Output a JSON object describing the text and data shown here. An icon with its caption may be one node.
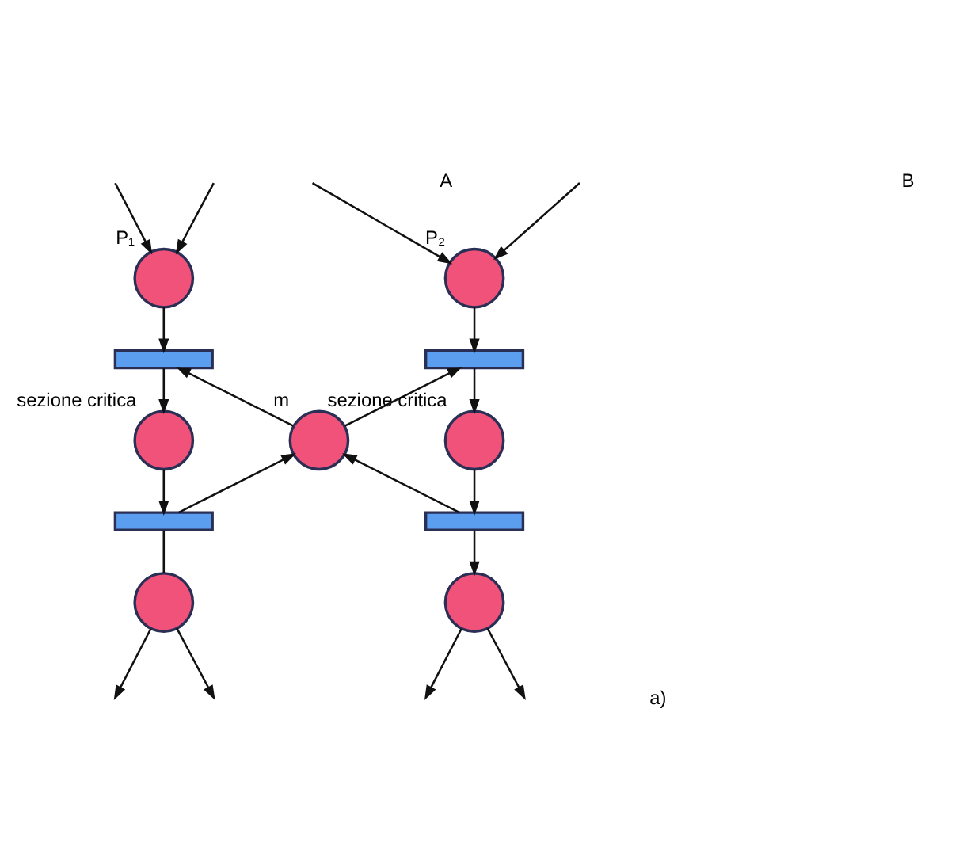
{
  "diagram": {
    "nodes": [
      {
        "text": [],
        "shape": "circle",
        "beside": [
          "P₁"
        ]
      },
      {
        "text": [],
        "shape": "bar"
      },
      {
        "text": [],
        "shape": "circle",
        "beside": [
          "sezione critica"
        ]
      },
      {
        "text": [],
        "shape": "bar"
      },
      {
        "text": [],
        "shape": "circle"
      },
      {
        "text": [],
        "shape": "circle",
        "beside": [
          "m"
        ]
      },
      {
        "text": [],
        "shape": "circle",
        "beside": [
          "P₂"
        ]
      },
      {
        "text": [],
        "shape": "bar"
      },
      {
        "text": [],
        "shape": "circle",
        "beside": [
          "sezione critica"
        ]
      },
      {
        "text": [],
        "shape": "bar"
      },
      {
        "text": [],
        "shape": "circle"
      }
    ],
    "edges": [
      {
        "from": null,
        "to": 0,
        "arrow": "to"
      },
      {
        "from": null,
        "to": 0,
        "arrow": "to"
      },
      {
        "from": 0,
        "to": 1,
        "arrow": "to"
      },
      {
        "from": 1,
        "to": 2,
        "arrow": "to"
      },
      {
        "from": 2,
        "to": 3,
        "arrow": "to"
      },
      {
        "from": 3,
        "to": 4,
        "arrow": "none"
      },
      {
        "from": 4,
        "to": null,
        "arrow": "to"
      },
      {
        "from": 4,
        "to": null,
        "arrow": "to"
      },
      {
        "from": 5,
        "to": 1,
        "arrow": "to"
      },
      {
        "from": 3,
        "to": 5,
        "arrow": "to"
      },
      {
        "from": 5,
        "to": 7,
        "arrow": "to"
      },
      {
        "from": 9,
        "to": 5,
        "arrow": "to"
      },
      {
        "from": null,
        "to": 6,
        "arrow": "to"
      },
      {
        "from": null,
        "to": 6,
        "arrow": "to"
      },
      {
        "from": 6,
        "to": 7,
        "arrow": "to"
      },
      {
        "from": 7,
        "to": 8,
        "arrow": "to"
      },
      {
        "from": 8,
        "to": 9,
        "arrow": "to"
      },
      {
        "from": 9,
        "to": 10,
        "arrow": "to"
      },
      {
        "from": 10,
        "to": null,
        "arrow": "to"
      },
      {
        "from": 10,
        "to": null,
        "arrow": "to"
      }
    ],
    "labels": [
      "A",
      "B",
      "a)"
    ]
  }
}
